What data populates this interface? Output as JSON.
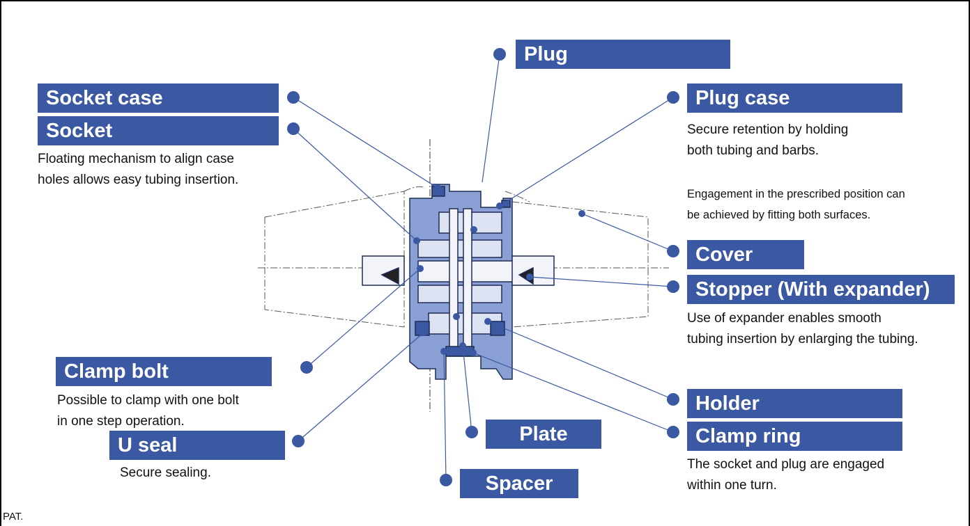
{
  "labels": {
    "plug": "Plug",
    "socket_case": "Socket case",
    "socket": "Socket",
    "plug_case": "Plug case",
    "cover": "Cover",
    "stopper": "Stopper (With expander)",
    "clamp_bolt": "Clamp bolt",
    "u_seal": "U seal",
    "plate": "Plate",
    "spacer": "Spacer",
    "holder": "Holder",
    "clamp_ring": "Clamp ring"
  },
  "descriptions": {
    "socket": "Floating mechanism to align case\nholes allows easy tubing insertion.",
    "plug_case": "Secure retention by holding\nboth tubing and barbs.",
    "engagement": "Engagement in the prescribed position can\nbe achieved by fitting both surfaces.",
    "stopper": "Use of expander enables smooth\ntubing insertion by enlarging the tubing.",
    "clamp_bolt": "Possible to clamp with one bolt\nin one step operation.",
    "u_seal": "Secure sealing.",
    "clamp_ring": "The socket and plug are engaged\nwithin one turn."
  },
  "footer": "PAT.",
  "colors": {
    "label_bg": "#3b58a3",
    "line": "#3b58a3",
    "part_fill": "#8a9fd4",
    "part_dark": "#3b58a3"
  }
}
